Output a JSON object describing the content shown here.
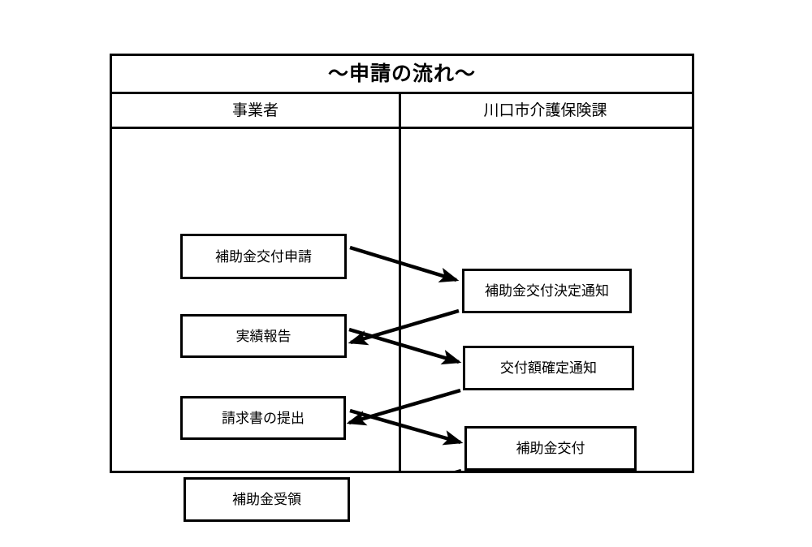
{
  "diagram": {
    "title": "～申請の流れ～",
    "columns": [
      {
        "id": "operator",
        "label": "事業者"
      },
      {
        "id": "city-office",
        "label": "川口市介護保険課"
      }
    ],
    "left_boxes": [
      {
        "step": 1,
        "label": "補助金交付申請"
      },
      {
        "step": 3,
        "label": "実績報告"
      },
      {
        "step": 5,
        "label": "請求書の提出"
      },
      {
        "step": 7,
        "label": "補助金受領"
      }
    ],
    "right_boxes": [
      {
        "step": 2,
        "label": "補助金交付決定通知"
      },
      {
        "step": 4,
        "label": "交付額確定通知"
      },
      {
        "step": 6,
        "label": "補助金交付"
      }
    ],
    "arrows": [
      {
        "step": 1,
        "direction": "left-to-right",
        "from": "補助金交付申請",
        "to": "補助金交付決定通知"
      },
      {
        "step": 2,
        "direction": "right-to-left",
        "from": "補助金交付決定通知",
        "to": "実績報告"
      },
      {
        "step": 3,
        "direction": "left-to-right",
        "from": "実績報告",
        "to": "交付額確定通知"
      },
      {
        "step": 4,
        "direction": "right-to-left",
        "from": "交付額確定通知",
        "to": "請求書の提出"
      },
      {
        "step": 5,
        "direction": "left-to-right",
        "from": "請求書の提出",
        "to": "補助金交付"
      },
      {
        "step": 6,
        "direction": "right-to-left",
        "from": "補助金交付",
        "to": "補助金受領"
      }
    ],
    "colors": {
      "line": "#000000",
      "background": "#ffffff",
      "text": "#000000"
    }
  }
}
